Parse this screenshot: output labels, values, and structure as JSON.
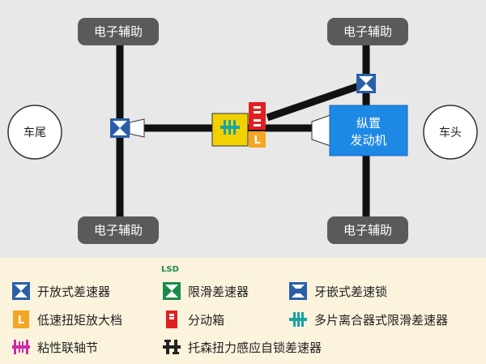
{
  "diagram": {
    "wheels": {
      "front_left": "电子辅助",
      "front_right": "电子辅助",
      "rear_left": "电子辅助",
      "rear_right": "电子辅助"
    },
    "rear_label": "车尾",
    "front_label": "车头",
    "engine_line1": "纵置",
    "engine_line2": "发动机",
    "low_gear_letter": "L"
  },
  "legend": {
    "open_diff": "开放式差速器",
    "lsd_tag": "LSD",
    "lsd": "限滑差速器",
    "locking_diff": "牙嵌式差速锁",
    "low_gear": "低速扭矩放大档",
    "low_gear_letter": "L",
    "transfer_case": "分动箱",
    "multi_plate_lsd": "多片离合器式限滑差速器",
    "viscous": "粘性联轴节",
    "torsen": "托森扭力感应自锁差速器"
  },
  "colors": {
    "shaft": "#111111",
    "wheel_box": "#5a5a5a",
    "engine": "#1e88e5",
    "yellow": "#f2d100",
    "red": "#e02020",
    "orange": "#f5a623",
    "teal": "#1aa3a3",
    "lsd_green": "#1a8a4a",
    "diff_blue": "#2a5fa8",
    "viscous_magenta": "#cc2aa8"
  }
}
